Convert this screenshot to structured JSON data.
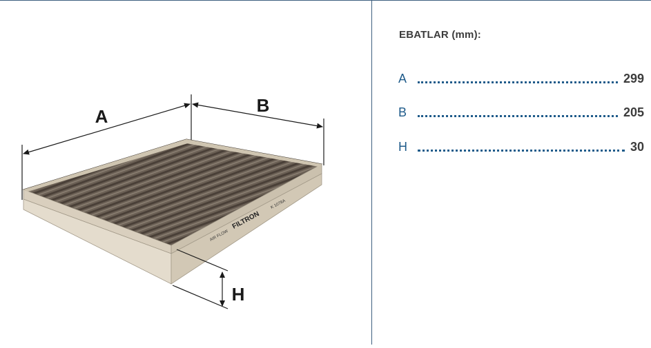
{
  "diagram": {
    "label_a": "A",
    "label_b": "B",
    "label_h": "H",
    "brand": "FILTRON",
    "tagline": "AIR FLOW",
    "part_code": "K 1078A"
  },
  "dimensions": {
    "title": "EBATLAR (mm):",
    "rows": [
      {
        "letter": "A",
        "value": "299"
      },
      {
        "letter": "B",
        "value": "205"
      },
      {
        "letter": "H",
        "value": "30"
      }
    ]
  },
  "colors": {
    "accent": "#1f5b8a",
    "divider": "#3d5f7f",
    "text": "#3c3c3c"
  }
}
